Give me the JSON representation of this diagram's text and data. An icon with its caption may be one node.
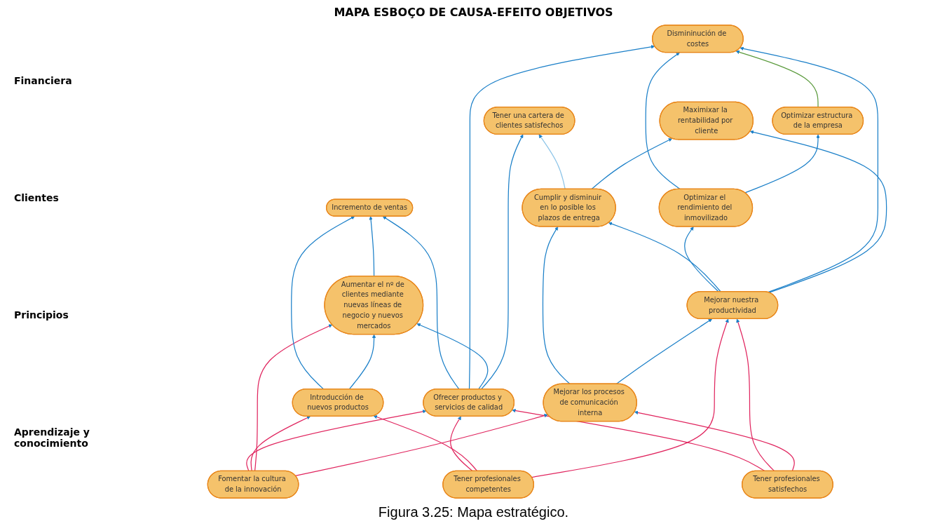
{
  "diagram": {
    "title": "MAPA ESBOÇO DE CAUSA-EFEITO OBJETIVOS",
    "caption": "Figura 3.25: Mapa estratégico.",
    "nodes": [
      {
        "text": [
          "Incremento de ventas"
        ]
      },
      {
        "text": [
          "Dismininución de costes"
        ]
      },
      {
        "text": [
          "Optimizar estructura de la empresa"
        ]
      },
      {
        "text": [
          "Maximixar la rentabilidad por cliente"
        ]
      },
      {
        "text": [
          "Aumentar el nº de clientes mediante nuevas líneas de negocio y nuevos mercados"
        ]
      },
      {
        "text": [
          "Tener una cartera de clientes satisfechos"
        ]
      },
      {
        "text": [
          "Ofrecer productos y servicios de calidad"
        ]
      },
      {
        "text": [
          "Introducción de nuevos productos"
        ]
      },
      {
        "text": [
          "Optimizar el rendimiento del inmovilizado"
        ]
      },
      {
        "text": [
          "Mejorar nuestra productividad"
        ]
      },
      {
        "text": [
          "Cumplir y disminuir en lo posible los plazos de entrega"
        ]
      },
      {
        "text": [
          "Mejorar los procesos de comunicación interna"
        ]
      },
      {
        "text": [
          "Tener profesionales competentes"
        ]
      },
      {
        "text": [
          "Fomentar la cultura de la innovación"
        ]
      },
      {
        "text": [
          "Tener profesionales satisfechos"
        ]
      }
    ],
    "edges": [
      {
        "from": 12,
        "to": 6,
        "arrow": "to",
        "color": "#e0245e"
      },
      {
        "from": 13,
        "to": 6,
        "arrow": "to",
        "color": "#e0245e"
      },
      {
        "from": 14,
        "to": 6,
        "arrow": "to",
        "color": "#e0245e"
      },
      {
        "from": 12,
        "to": 7,
        "arrow": "to",
        "color": "#e0245e"
      },
      {
        "from": 13,
        "to": 7,
        "arrow": "to",
        "color": "#e0245e"
      },
      {
        "from": 13,
        "to": 4,
        "arrow": "to",
        "color": "#e0245e"
      },
      {
        "from": 12,
        "to": 9,
        "arrow": "to",
        "color": "#e0245e"
      },
      {
        "from": 14,
        "to": 9,
        "arrow": "to",
        "color": "#e0245e"
      },
      {
        "from": 14,
        "to": 11,
        "arrow": "to",
        "color": "#e0245e"
      },
      {
        "from": 13,
        "to": 11,
        "arrow": "to",
        "color": "#e0245e"
      },
      {
        "from": 9,
        "to": 8,
        "arrow": "to"
      },
      {
        "from": 9,
        "to": 10,
        "arrow": "to"
      },
      {
        "from": 11,
        "to": 10,
        "arrow": "to"
      },
      {
        "from": 11,
        "to": 9,
        "arrow": "to"
      },
      {
        "from": 6,
        "to": 0,
        "arrow": "to"
      },
      {
        "from": 6,
        "to": 1,
        "arrow": "to"
      },
      {
        "from": 6,
        "to": 4,
        "arrow": "to"
      },
      {
        "from": 6,
        "to": 5,
        "arrow": "to"
      },
      {
        "from": 7,
        "to": 0,
        "arrow": "to"
      },
      {
        "from": 7,
        "to": 4,
        "arrow": "to"
      },
      {
        "from": 8,
        "to": 1,
        "arrow": "to"
      },
      {
        "from": 8,
        "to": 2,
        "arrow": "to"
      },
      {
        "from": 9,
        "to": 1,
        "arrow": "to"
      },
      {
        "from": 9,
        "to": 3,
        "arrow": "to"
      },
      {
        "from": 10,
        "to": 5,
        "arrow": "to",
        "color": "#8cc4e8"
      },
      {
        "from": 10,
        "to": 3,
        "arrow": "to"
      },
      {
        "from": 4,
        "to": 0,
        "arrow": "to"
      },
      {
        "from": 2,
        "to": 1,
        "arrow": "to",
        "color": "#5a9a3c"
      }
    ],
    "labels": [
      "Financiera",
      "Clientes",
      "Principios",
      "Aprendizaje y conocimiento"
    ]
  }
}
